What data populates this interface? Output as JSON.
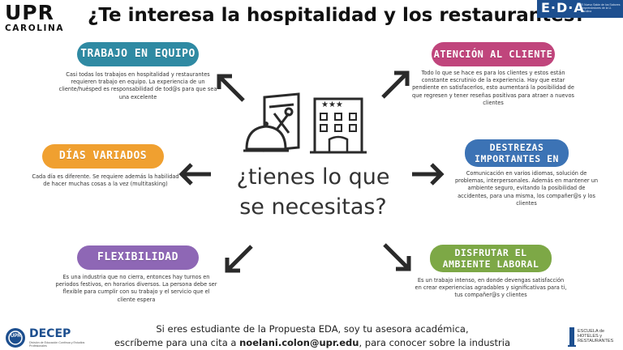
{
  "header": {
    "logo_upr": "UPR",
    "logo_carolina": "CAROLINA",
    "title": "¿Te interesa la hospitalidad y los restaurantes?",
    "eda_logo": "E·D·A",
    "eda_tagline": "El Nuevo Salón de los Sabores Emprendedores de la U. Carolina"
  },
  "center": {
    "line1": "¿tienes lo que",
    "line2": "se necesitas?"
  },
  "cards": {
    "trabajo": {
      "title": "TRABAJO EN EQUIPO",
      "text": "Casi todas los trabajos en hospitalidad y restaurantes requieren trabajo en equipo. La experiencia de un cliente/huésped es responsabilidad de tod@s para que sea una excelente",
      "color": "#2f8aa3"
    },
    "dias": {
      "title": "DÍAS VARIADOS",
      "text": "Cada día es diferente. Se requiere además la habilidad de hacer muchas cosas a la vez (multitasking)",
      "color": "#f0a030"
    },
    "flex": {
      "title": "FLEXIBILIDAD",
      "text": "Es una industria que no cierra, entonces hay turnos en periodos festivos, en horarios diversos. La persona debe ser flexible para cumplir con su trabajo y el servicio que el cliente espera",
      "color": "#8e67b5"
    },
    "atencion": {
      "title": "ATENCIÓN AL CLIENTE",
      "text": "Todo lo que se hace es para los clientes y estos están constante escrutinio de la experiencia. Hay que estar pendiente en satisfacerlos, esto aumentará la posibilidad de que regresen y tener reseñas positivas para atraer a nuevos clientes",
      "color": "#c0457c"
    },
    "destrezas": {
      "title": "DESTREZAS IMPORTANTES EN",
      "text": "Comunicación en varios idiomas, solución de problemas, interpersonales. Además en mantener un ambiente seguro, evitando la posibilidad de accidentes, para una misma, los compañer@s y los clientes",
      "color": "#3c73b5"
    },
    "disfrutar": {
      "title": "DISFRUTAR EL AMBIENTE LABORAL",
      "text": "Es un trabajo intenso, en donde devengas satisfacción en crear experiencias agradables y significativas para ti, tus compañer@s y clientes",
      "color": "#7da846"
    }
  },
  "footer": {
    "line1": "Si eres estudiante de la Propuesta EDA, soy tu asesora académica,",
    "line2_pre": "escríbeme para una cita a ",
    "email": "noelani.colon@upr.edu",
    "line2_post": ", para conocer sobre la industria",
    "decep_small": "UPR",
    "decep": "DECEP",
    "decep_sub": "División de Educación Continua y Estudios Profesionales",
    "escuela": "ESCUELA de HOTELES y RESTAURANTES"
  }
}
